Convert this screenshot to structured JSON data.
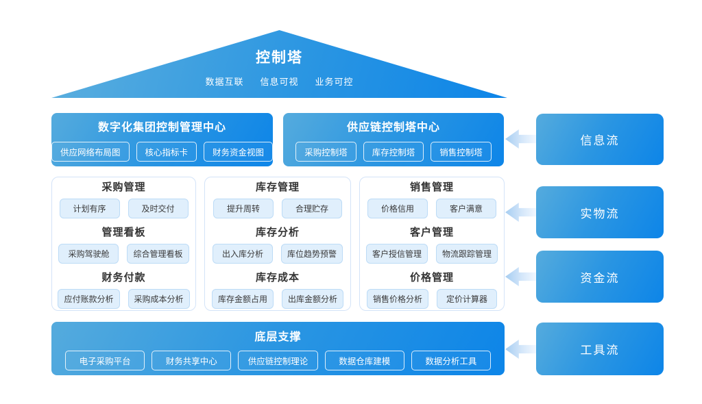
{
  "roof": {
    "title": "控制塔",
    "subtitle": [
      "数据互联",
      "信息可视",
      "业务可控"
    ]
  },
  "centers": [
    {
      "title": "数字化集团控制管理中心",
      "pills": [
        "供应网络布局图",
        "核心指标卡",
        "财务资金视图"
      ]
    },
    {
      "title": "供应链控制塔中心",
      "pills": [
        "采购控制塔",
        "库存控制塔",
        "销售控制塔"
      ]
    }
  ],
  "cards": [
    {
      "sections": [
        {
          "title": "采购管理",
          "pills": [
            "计划有序",
            "及时交付"
          ]
        },
        {
          "title": "管理看板",
          "pills": [
            "采购驾驶舱",
            "综合管理看板"
          ]
        },
        {
          "title": "财务付款",
          "pills": [
            "应付账款分析",
            "采购成本分析"
          ]
        }
      ]
    },
    {
      "sections": [
        {
          "title": "库存管理",
          "pills": [
            "提升周转",
            "合理贮存"
          ]
        },
        {
          "title": "库存分析",
          "pills": [
            "出入库分析",
            "库位趋势预警"
          ]
        },
        {
          "title": "库存成本",
          "pills": [
            "库存金额占用",
            "出库金额分析"
          ]
        }
      ]
    },
    {
      "sections": [
        {
          "title": "销售管理",
          "pills": [
            "价格信用",
            "客户满意"
          ]
        },
        {
          "title": "客户管理",
          "pills": [
            "客户授信管理",
            "物流跟踪管理"
          ]
        },
        {
          "title": "价格管理",
          "pills": [
            "销售价格分析",
            "定价计算器"
          ]
        }
      ]
    }
  ],
  "foundation": {
    "title": "底层支撑",
    "pills": [
      "电子采购平台",
      "财务共享中心",
      "供应链控制理论",
      "数据仓库建模",
      "数据分析工具"
    ]
  },
  "flows": [
    {
      "label": "信息流"
    },
    {
      "label": "实物流"
    },
    {
      "label": "资金流"
    },
    {
      "label": "工具流"
    }
  ],
  "colors": {
    "gradient_start": "#55ABDD",
    "gradient_end": "#0D85E8",
    "card_border": "#D3E3F8",
    "chip_bg": "#E0EFFC",
    "chip_border": "#BCDBF6",
    "chip_text": "#3A3A3A",
    "arrow_start": "#A6CDF1",
    "arrow_end": "#F2F8FF",
    "background": "#FFFFFF"
  }
}
